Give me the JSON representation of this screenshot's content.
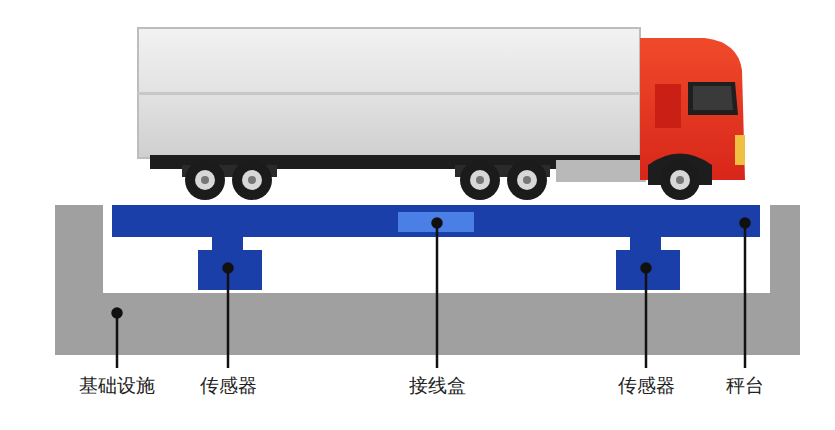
{
  "diagram": {
    "labels": [
      "基础设施",
      "传感器",
      "接线盒",
      "传感器",
      "秤台"
    ]
  }
}
